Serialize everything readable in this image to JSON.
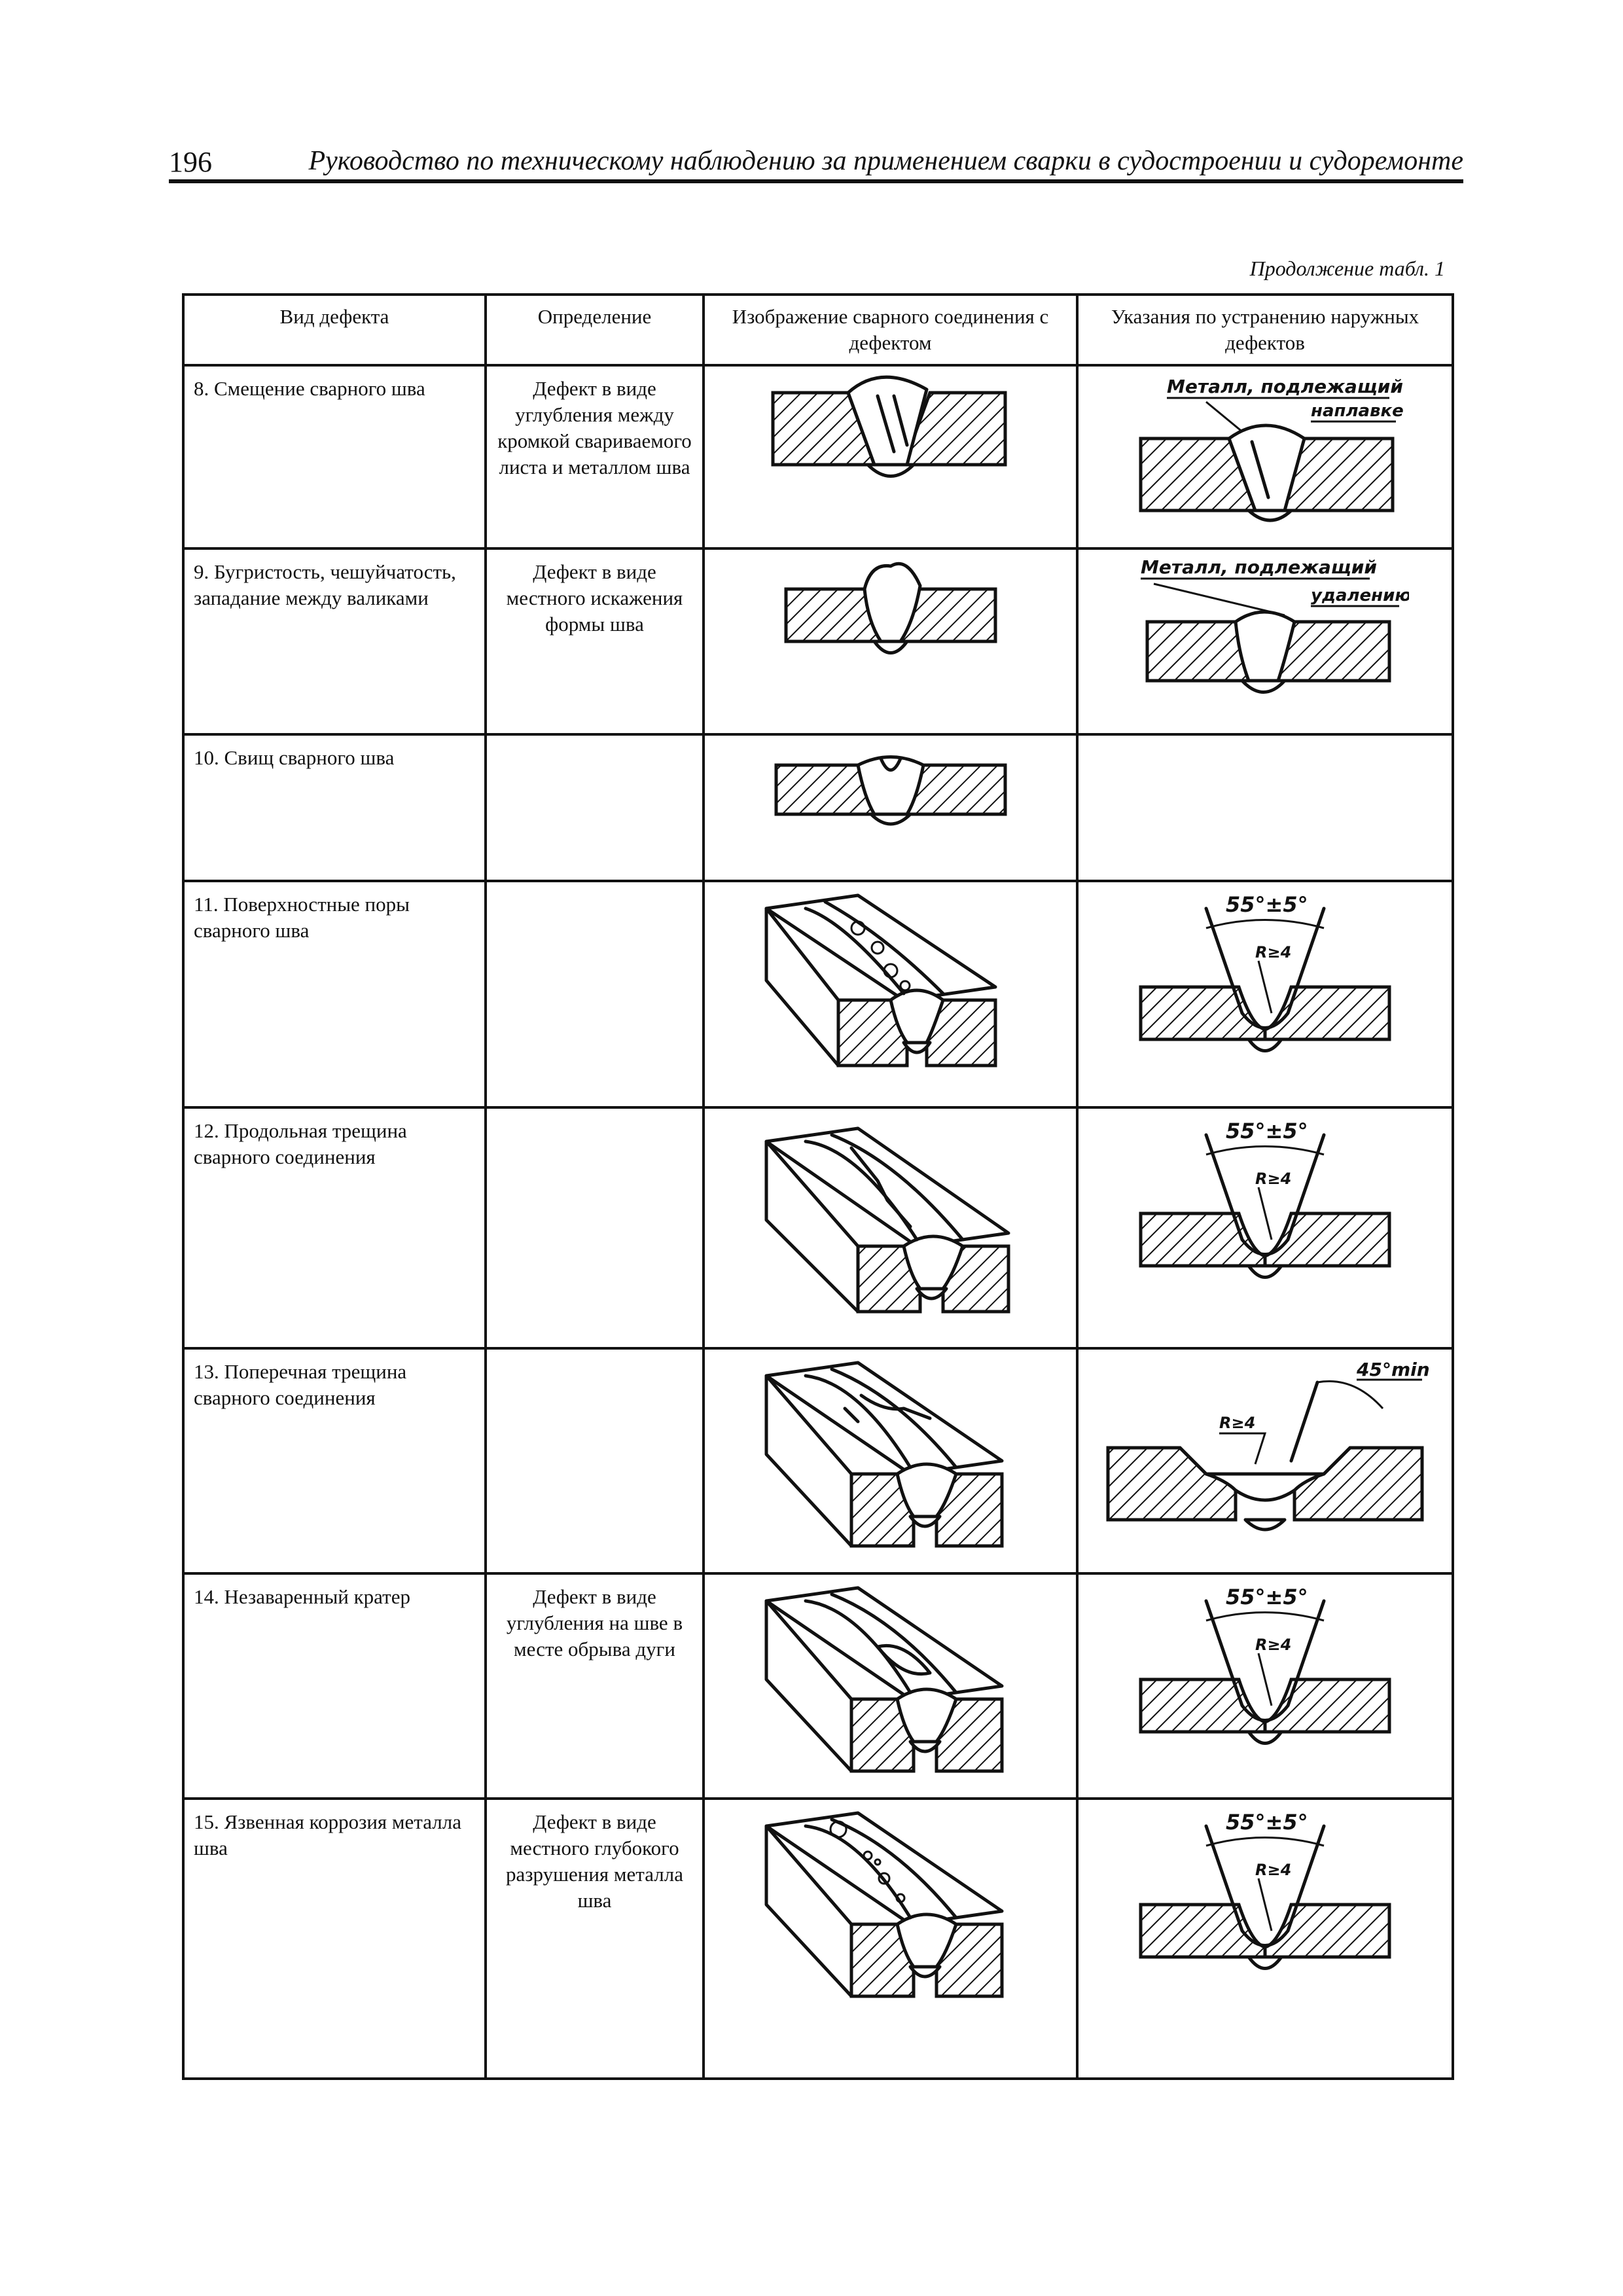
{
  "header": {
    "page_number": "196",
    "running_title": "Руководство по техническому наблюдению за применением сварки в судостроении и судоремонте"
  },
  "table_caption": "Продолжение табл. 1",
  "columns": [
    "Вид дефекта",
    "Определение",
    "Изображение сварного соединения с дефектом",
    "Указания по устранению наружных дефектов"
  ],
  "rows": [
    {
      "type": "8. Смещение сварного шва",
      "definition": "Дефект в виде углубления между кромкой свариваемого листа и металлом шва",
      "fix_annotation": [
        "Металл, подлежащий",
        "наплавке"
      ]
    },
    {
      "type": "9. Бугристость, чешуйчатость, западание между валиками",
      "definition": "Дефект в виде местного искажения формы шва",
      "fix_annotation": [
        "Металл, подлежащий",
        "удалению"
      ]
    },
    {
      "type": "10. Свищ сварного шва",
      "definition": ""
    },
    {
      "type": "11. Поверхностные поры сварного шва",
      "definition": "",
      "fix_annotation": [
        "55°±5°",
        "R≥4"
      ]
    },
    {
      "type": "12. Продольная трещина сварного соединения",
      "definition": "",
      "fix_annotation": [
        "55°±5°",
        "R≥4"
      ]
    },
    {
      "type": "13. Поперечная трещина сварного соединения",
      "definition": "",
      "fix_annotation": [
        "45°min",
        "R≥4"
      ]
    },
    {
      "type": "14. Незаваренный кратер",
      "definition": "Дефект в виде углубления на шве в месте обрыва дуги",
      "fix_annotation": [
        "55°±5°",
        "R≥4"
      ]
    },
    {
      "type": "15. Язвенная коррозия металла шва",
      "definition": "Дефект в виде местного глубокого разрушения металла шва",
      "fix_annotation": [
        "55°±5°",
        "R≥4"
      ]
    }
  ]
}
